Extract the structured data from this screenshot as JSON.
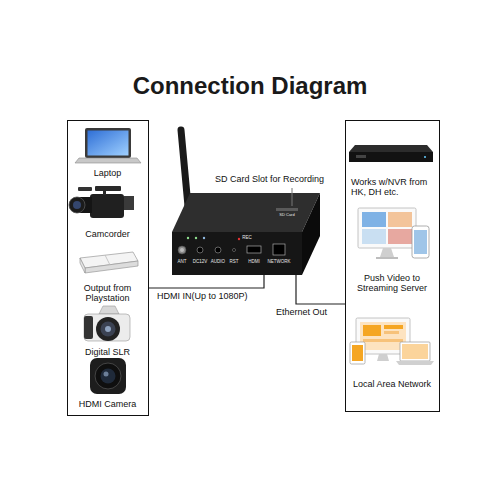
{
  "diagram": {
    "title": "Connection Diagram",
    "nodes": [
      {
        "text": [
          "Laptop",
          "Camcorder",
          "Output from Playstation",
          "Digital SLR",
          "HDMI Camera"
        ]
      },
      {
        "text": [
          "SD Card",
          "REC",
          "ANT",
          "DC12V",
          "AUDIO",
          "RST",
          "HDMI",
          "NETWORK"
        ]
      },
      {
        "text": [
          "Works w/NVR from HK, DH etc.",
          "Push Video to Streaming Server",
          "Local Area Network"
        ]
      }
    ],
    "edges": [
      {
        "from": 0,
        "to": 1,
        "label": "HDMI IN(Up to 1080P)",
        "arrow": "none"
      },
      {
        "from": 1,
        "to": 2,
        "label": "Ethernet Out",
        "arrow": "none"
      }
    ],
    "labels": [
      "SD Card Slot for Recording"
    ]
  }
}
